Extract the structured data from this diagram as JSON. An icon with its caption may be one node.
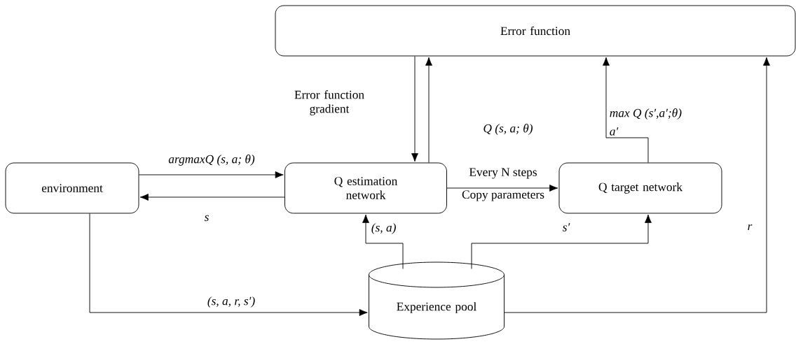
{
  "diagram": {
    "nodes": [
      {
        "text": [
          "Error function"
        ]
      },
      {
        "text": [
          "environment"
        ]
      },
      {
        "text": [
          "Q estimation network"
        ]
      },
      {
        "text": [
          "Q target network"
        ]
      },
      {
        "text": [
          "Experience pool"
        ]
      }
    ],
    "edges": [
      {
        "from": 0,
        "to": 2,
        "arrow": "to",
        "label": "Error function gradient"
      },
      {
        "from": 2,
        "to": 0,
        "arrow": "to",
        "label": "Q (s, a; θ)"
      },
      {
        "from": 1,
        "to": 2,
        "arrow": "to",
        "label": "argmaxQ (s, a; θ)"
      },
      {
        "from": 2,
        "to": 1,
        "arrow": "to",
        "label": "s"
      },
      {
        "from": 2,
        "to": 3,
        "arrow": "to",
        "label": "Every N steps"
      },
      {
        "from": 3,
        "to": 0,
        "arrow": "to",
        "label": "max Q (s′,a′;θ)"
      },
      {
        "from": 4,
        "to": 2,
        "arrow": "to",
        "label": "(s, a)"
      },
      {
        "from": 4,
        "to": 3,
        "arrow": "to",
        "label": "s′"
      },
      {
        "from": 1,
        "to": 4,
        "arrow": "to",
        "label": "(s, a, r, s′)"
      },
      {
        "from": 4,
        "to": 0,
        "arrow": "to",
        "label": "r"
      }
    ],
    "labels": [
      "Copy parameters",
      "a′"
    ]
  }
}
